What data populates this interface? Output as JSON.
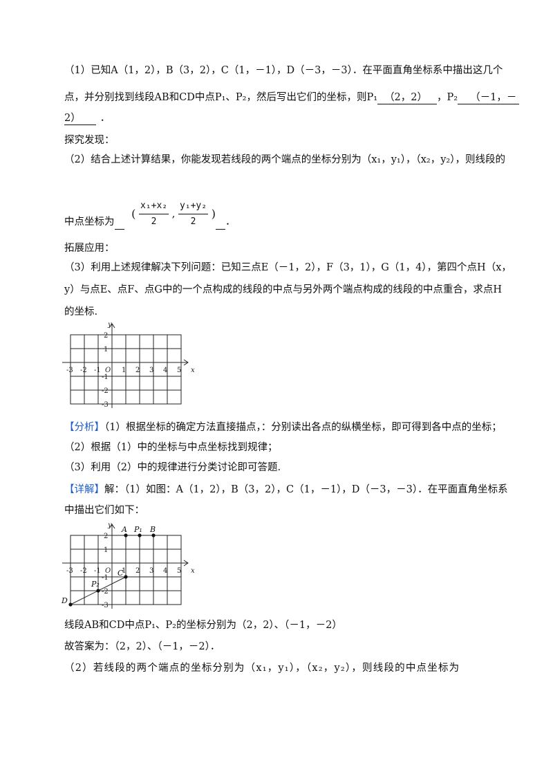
{
  "q1": {
    "line1": "（1）已知A（1，2），B（3，2），C（1，－1），D（－3，－3）．在平面直角坐标系中描出这几个",
    "line2_pre": "点，并分别找到线段AB和CD中点P₁、P₂，然后写出它们的坐标，则P₁",
    "answer_p1": "（2，2）",
    "line2_mid": "，P₂",
    "answer_p2_a": "（－1，－",
    "answer_p2_b": "2）",
    "line3_end": "．"
  },
  "section_explore": "探究发现：",
  "q2": {
    "line1": "（2）结合上述计算结果，你能发现若线段的两个端点的坐标分别为（x₁，y₁），（x₂，y₂），则线段的",
    "prefix": "中点坐标为",
    "frac1_num": "x₁+x₂",
    "frac1_den": "2",
    "frac2_num": "y₁+y₂",
    "frac2_den": "2",
    "suffix": "．"
  },
  "section_extend": "拓展应用：",
  "q3": {
    "line1": "（3）利用上述规律解决下列问题：已知三点E（－1，2），F（3，1），G（1，4），第四个点H（x，",
    "line2": "y）与点E、点F、点G中的一个点构成的线段的中点与另外两个端点构成的线段的中点重合，求点H",
    "line3": "的坐标."
  },
  "grid": {
    "x_ticks": [
      "-3",
      "-2",
      "-1",
      "O",
      "1",
      "2",
      "3",
      "4",
      "5"
    ],
    "y_ticks": [
      "2",
      "1",
      "-1",
      "-2",
      "-3"
    ],
    "x_label": "x",
    "y_label": "y"
  },
  "analysis": {
    "tag": "【分析】",
    "line1": "（1）根据坐标的确定方法直接描点，：分别读出各点的纵横坐标，即可得到各中点的坐标；",
    "line2": "（2）根据（1）中的坐标与中点坐标找到规律；",
    "line3": "（3）利用（2）中的规律进行分类讨论即可答题."
  },
  "detail": {
    "tag": "【详解】",
    "line1": "解：（1）如图：A（1，2），B（3，2），C（1，－1），D（－3，－3）．在平面直角坐标系",
    "line2": "中描出它们如下：",
    "labels": {
      "A": "A",
      "P1": "P₁",
      "B": "B",
      "C": "C",
      "P2": "P₂",
      "D": "D"
    },
    "line3": "线段AB和CD中点P₁、P₂的坐标分别为（2，2）、（－1，－2）",
    "line4": "故答案为：（2，2）、（－1，－2）．",
    "line5": "（2）若线段的两个端点的坐标分别为（x₁，y₁），（x₂，y₂），则线段的中点坐标为"
  }
}
